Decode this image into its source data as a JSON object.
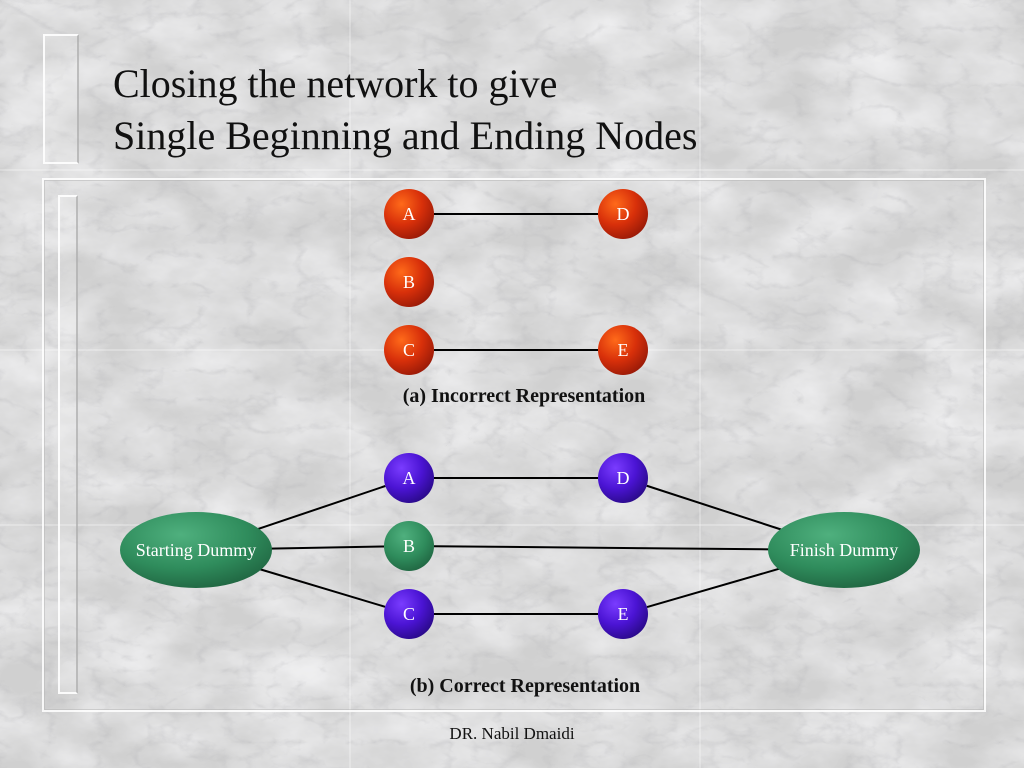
{
  "slide": {
    "title_line1": "Closing the network to give",
    "title_line2": "Single Beginning and Ending Nodes",
    "footer": "DR. Nabil Dmaidi"
  },
  "colors": {
    "red_node": "#cc2a0a",
    "blue_node": "#4a12c8",
    "green_node": "#2e8a5a",
    "edge": "#000000",
    "node_text": "#ffffff"
  },
  "diagrams": [
    {
      "id": "incorrect",
      "caption": "(a) Incorrect Representation",
      "nodes": [
        {
          "id": "a1",
          "label": "A",
          "color": "red_node"
        },
        {
          "id": "d1",
          "label": "D",
          "color": "red_node"
        },
        {
          "id": "b1",
          "label": "B",
          "color": "red_node"
        },
        {
          "id": "c1",
          "label": "C",
          "color": "red_node"
        },
        {
          "id": "e1",
          "label": "E",
          "color": "red_node"
        }
      ],
      "edges": [
        [
          "a1",
          "d1"
        ],
        [
          "c1",
          "e1"
        ]
      ]
    },
    {
      "id": "correct",
      "caption": "(b) Correct Representation",
      "nodes": [
        {
          "id": "a2",
          "label": "A",
          "color": "blue_node"
        },
        {
          "id": "d2",
          "label": "D",
          "color": "blue_node"
        },
        {
          "id": "b2",
          "label": "B",
          "color": "green_node"
        },
        {
          "id": "c2",
          "label": "C",
          "color": "blue_node"
        },
        {
          "id": "e2",
          "label": "E",
          "color": "blue_node"
        },
        {
          "id": "start",
          "label": "Starting Dummy",
          "color": "green_node"
        },
        {
          "id": "finish",
          "label": "Finish Dummy",
          "color": "green_node"
        }
      ],
      "edges": [
        [
          "start",
          "a2"
        ],
        [
          "start",
          "b2"
        ],
        [
          "start",
          "c2"
        ],
        [
          "a2",
          "d2"
        ],
        [
          "b2",
          "finish"
        ],
        [
          "c2",
          "e2"
        ],
        [
          "d2",
          "finish"
        ],
        [
          "e2",
          "finish"
        ]
      ]
    }
  ]
}
